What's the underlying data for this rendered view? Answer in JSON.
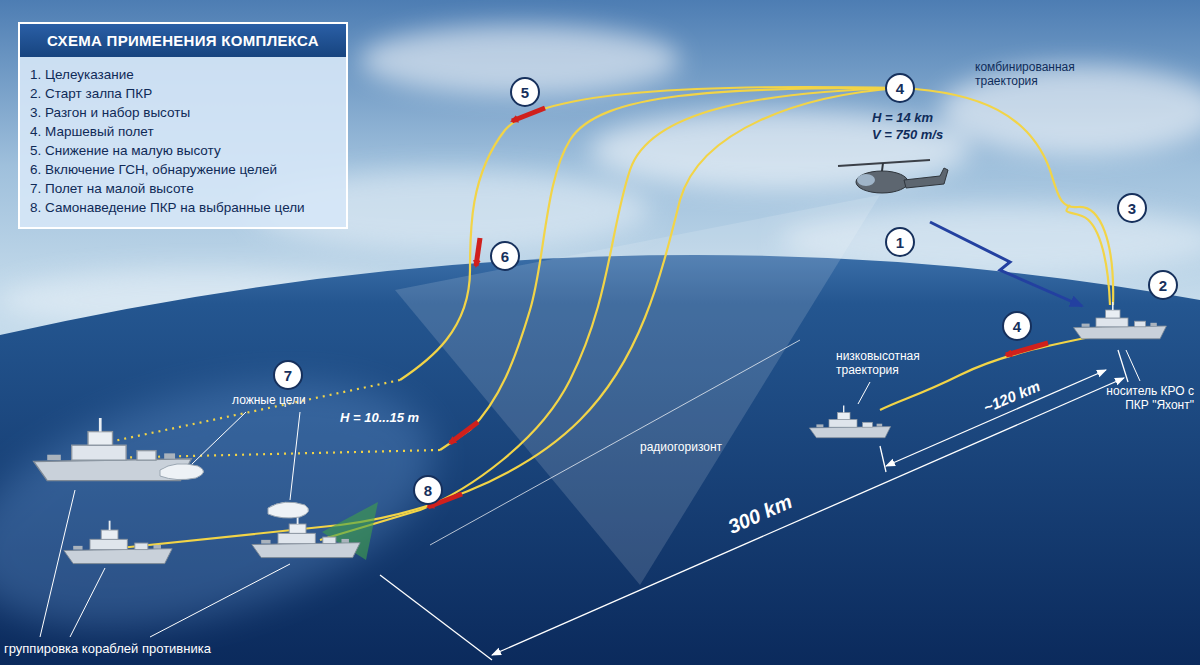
{
  "diagram": {
    "title": "СХЕМА ПРИМЕНЕНИЯ КОМПЛЕКСА",
    "nodes": [
      {
        "text": [
          "1. Целеуказание",
          "2. Старт залпа ПКР",
          "3. Разгон и набор высоты",
          "4. Маршевый полет",
          "5. Снижение на малую высоту",
          "6. Включение ГСН, обнаружение целей",
          "7. Полет на малой высоте",
          "8. Самонаведение ПКР на выбранные цели"
        ]
      },
      {
        "text": [
          "5"
        ]
      },
      {
        "text": [
          "4"
        ]
      },
      {
        "text": [
          "3"
        ]
      },
      {
        "text": [
          "1"
        ]
      },
      {
        "text": [
          "6"
        ]
      },
      {
        "text": [
          "2"
        ]
      },
      {
        "text": [
          "4"
        ]
      },
      {
        "text": [
          "7"
        ]
      },
      {
        "text": [
          "8"
        ]
      }
    ],
    "labels": [
      "комбинированная траектория",
      "H = 14 km",
      "V = 750 m/s",
      "низковысотная траектория",
      "носитель КРО с ПКР \"Яхонт\"",
      "~120 km",
      "H = 10...15 m",
      "ложные цели",
      "радиогоризонт",
      "300 km",
      "группировка кораблей противника"
    ]
  }
}
